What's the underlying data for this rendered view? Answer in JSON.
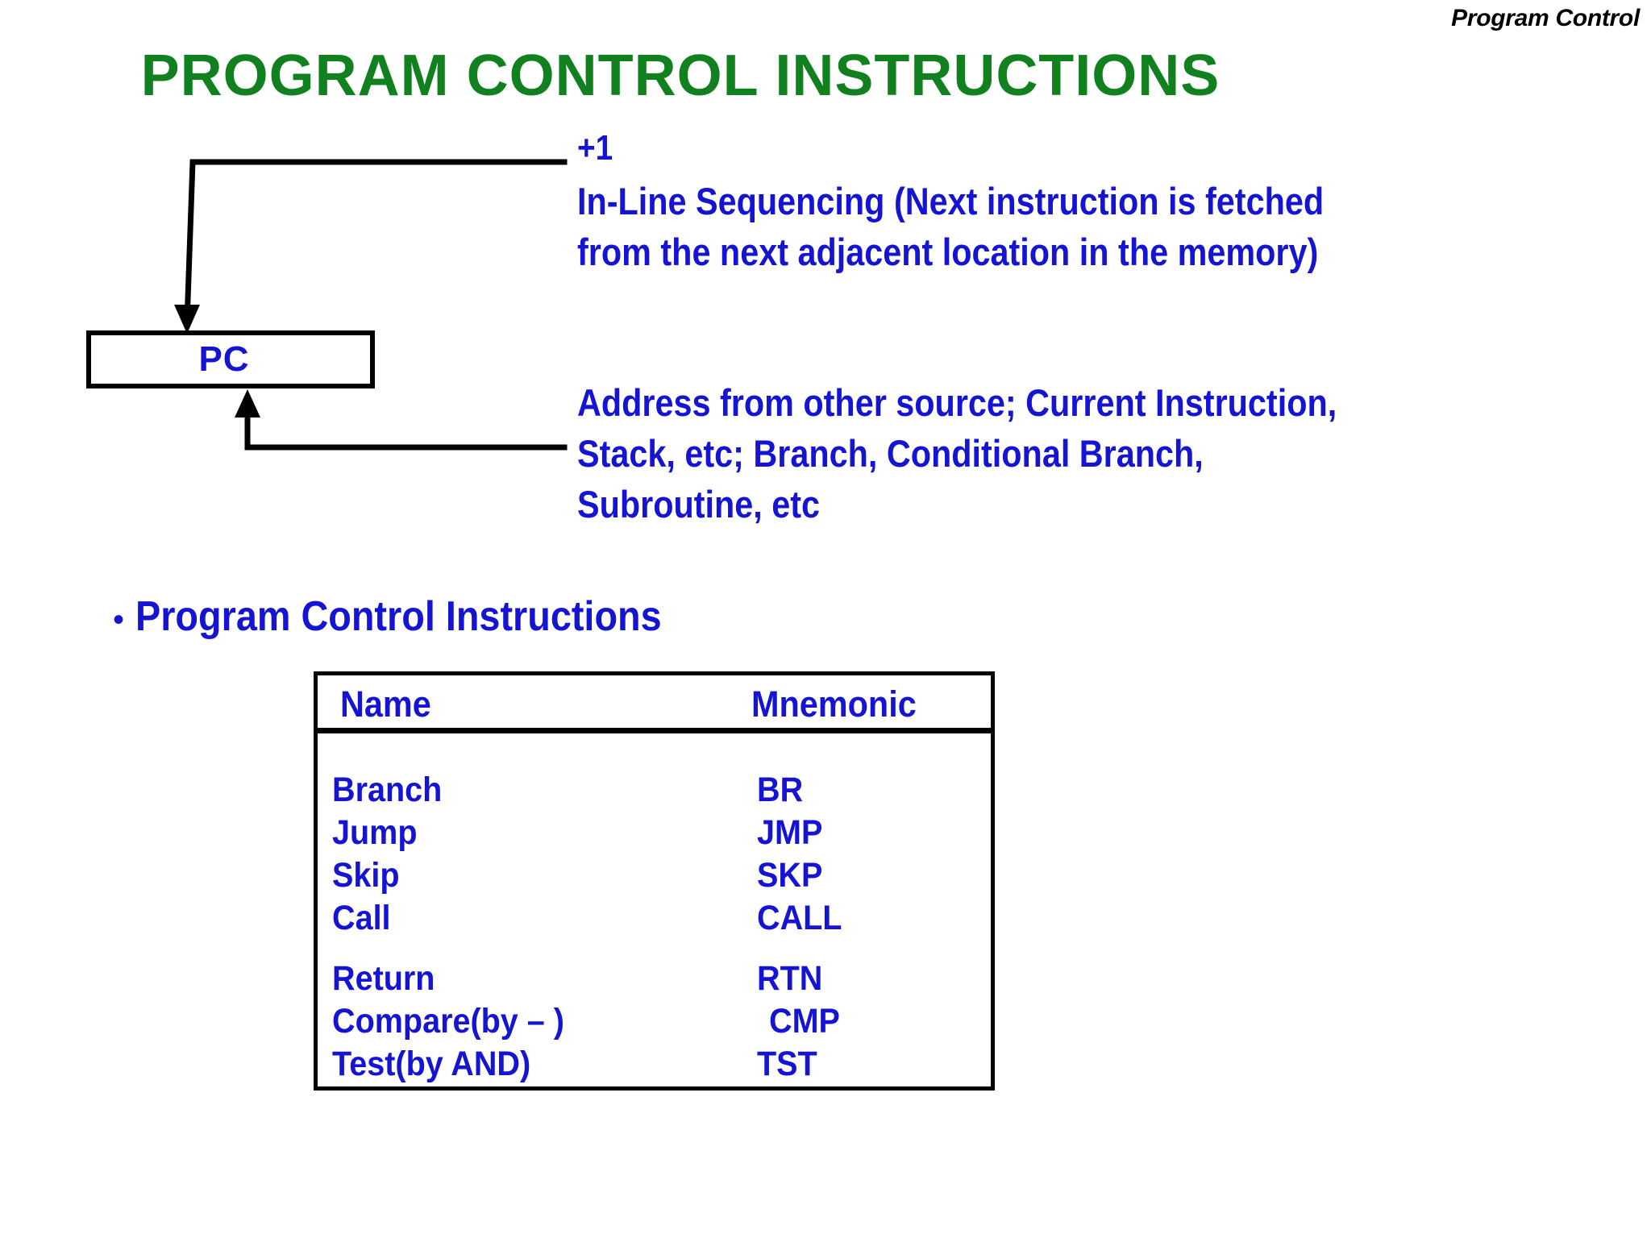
{
  "header": {
    "running_title": "Program Control"
  },
  "title": "PROGRAM  CONTROL  INSTRUCTIONS",
  "colors": {
    "title_green": "#11801e",
    "body_blue": "#1414d2",
    "line_black": "#000000",
    "background": "#ffffff"
  },
  "diagram": {
    "pc_box_label": "PC",
    "increment_label": "+1",
    "inline_sequencing_text": "In-Line Sequencing (Next instruction is fetched\nfrom the next adjacent location in the memory)",
    "other_source_text": "Address from other source; Current Instruction,\nStack, etc; Branch, Conditional Branch,\nSubroutine, etc"
  },
  "bullet": {
    "marker": "•",
    "label": "Program Control Instructions"
  },
  "instruction_table": {
    "columns": [
      "Name",
      "Mnemonic"
    ],
    "groups": [
      {
        "rows": [
          {
            "name": "Branch",
            "mnemonic": "BR"
          },
          {
            "name": "Jump",
            "mnemonic": "JMP"
          },
          {
            "name": "Skip",
            "mnemonic": "SKP"
          },
          {
            "name": "Call",
            "mnemonic": "CALL"
          }
        ]
      },
      {
        "rows": [
          {
            "name": "Return",
            "mnemonic": "RTN"
          },
          {
            "name": "Compare(by – )",
            "mnemonic": "CMP"
          },
          {
            "name": "Test(by AND)",
            "mnemonic": "TST"
          }
        ]
      }
    ]
  }
}
